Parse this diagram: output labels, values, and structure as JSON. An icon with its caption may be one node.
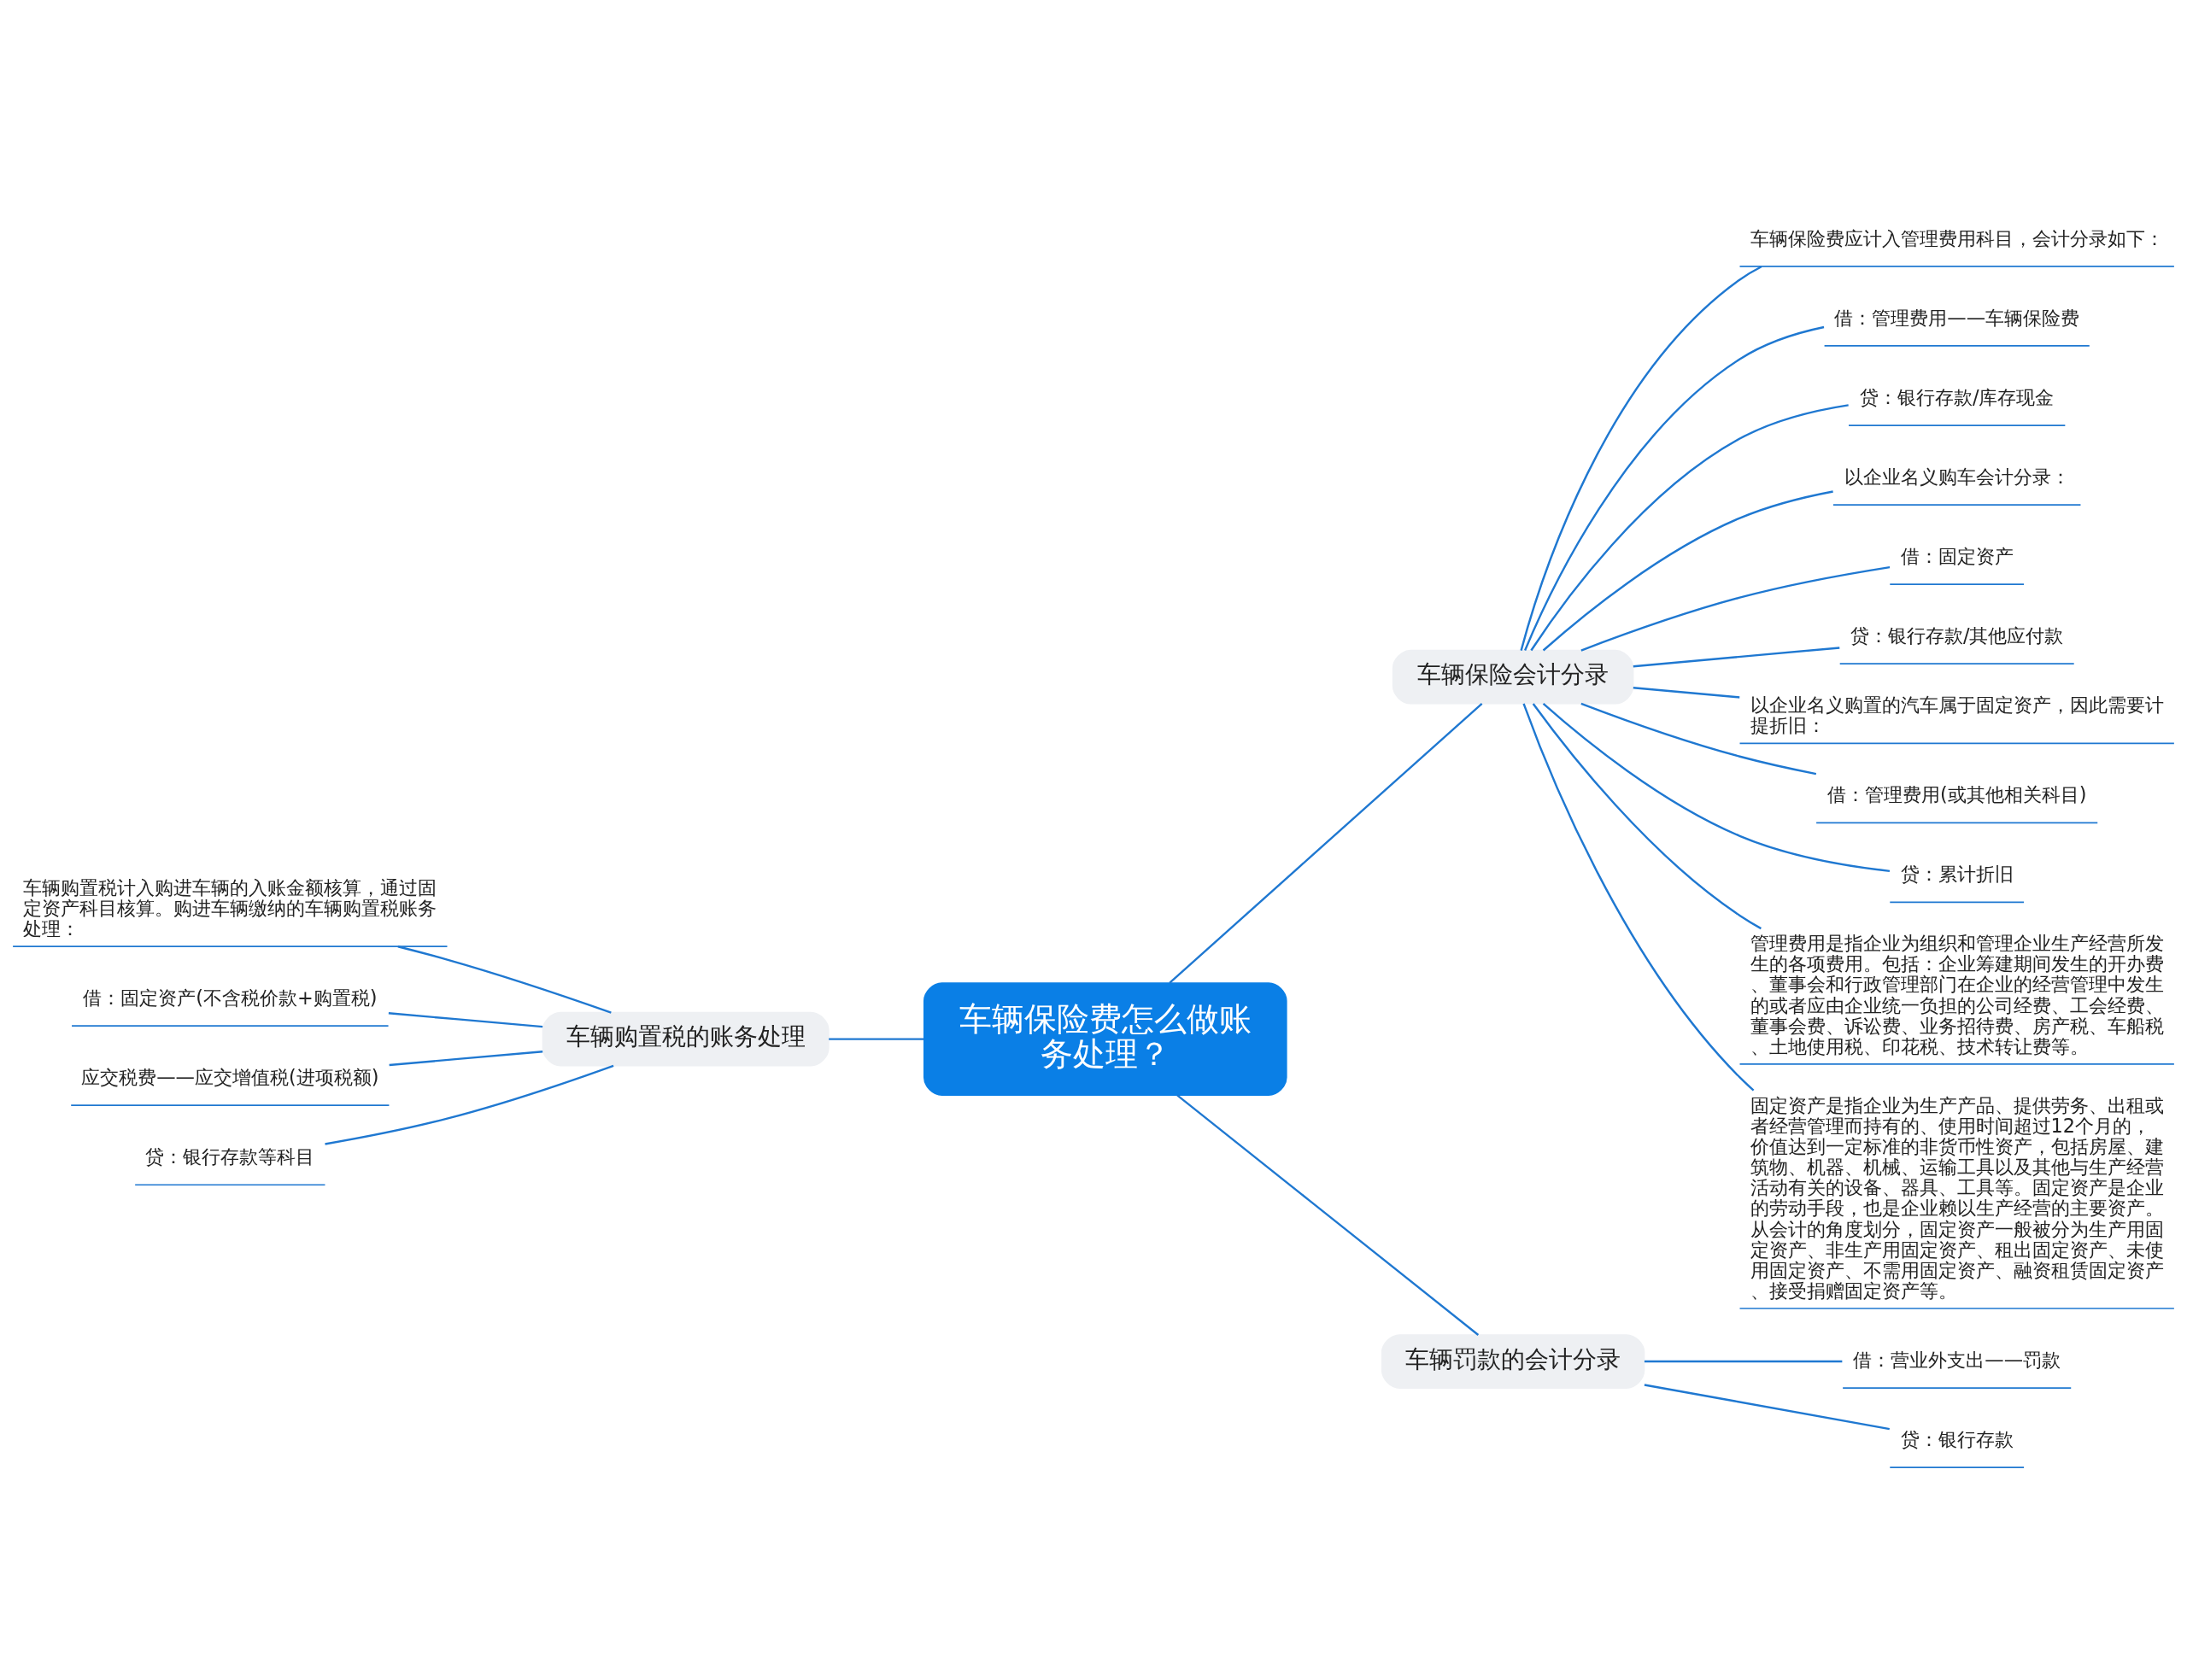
{
  "diagram": {
    "nodes": [
      {
        "text": [
          "车辆保险费怎么做账务处理？"
        ]
      },
      {
        "text": [
          "车辆保险会计分录"
        ]
      },
      {
        "text": [
          "车辆保险费应计入管理费用科目，会计分录如下："
        ]
      },
      {
        "text": [
          "借：管理费用——车辆保险费"
        ]
      },
      {
        "text": [
          "贷：银行存款/库存现金"
        ]
      },
      {
        "text": [
          "以企业名义购车会计分录："
        ]
      },
      {
        "text": [
          "借：固定资产"
        ]
      },
      {
        "text": [
          "贷：银行存款/其他应付款"
        ]
      },
      {
        "text": [
          "以企业名义购置的汽车属于固定资产，因此需要计提折旧："
        ]
      },
      {
        "text": [
          "借：管理费用(或其他相关科目)"
        ]
      },
      {
        "text": [
          "贷：累计折旧"
        ]
      },
      {
        "text": [
          "管理费用是指企业为组织和管理企业生产经营所发生的各项费用。包括：企业筹建期间发生的开办费、董事会和行政管理部门在企业的经营管理中发生的或者应由企业统一负担的公司经费、工会经费、董事会费、诉讼费、业务招待费、房产税、车船税、土地使用税、印花税、技术转让费等。"
        ]
      },
      {
        "text": [
          "固定资产是指企业为生产产品、提供劳务、出租或者经营管理而持有的、使用时间超过12个月的，价值达到一定标准的非货币性资产，包括房屋、建筑物、机器、机械、运输工具以及其他与生产经营活动有关的设备、器具、工具等。固定资产是企业的劳动手段，也是企业赖以生产经营的主要资产。从会计的角度划分，固定资产一般被分为生产用固定资产、非生产用固定资产、租出固定资产、未使用固定资产、不需用固定资产、融资租赁固定资产、接受捐赠固定资产等。"
        ]
      },
      {
        "text": [
          "车辆罚款的会计分录"
        ]
      },
      {
        "text": [
          "借：营业外支出——罚款"
        ]
      },
      {
        "text": [
          "贷：银行存款"
        ]
      },
      {
        "text": [
          "车辆购置税的账务处理"
        ]
      },
      {
        "text": [
          "车辆购置税计入购进车辆的入账金额核算，通过固定资产科目核算。购进车辆缴纳的车辆购置税账务处理："
        ]
      },
      {
        "text": [
          "借：固定资产(不含税价款+购置税)"
        ]
      },
      {
        "text": [
          "应交税费——应交增值税(进项税额)"
        ]
      },
      {
        "text": [
          "贷：银行存款等科目"
        ]
      }
    ],
    "edges": [
      {
        "from": 0,
        "to": 1,
        "arrow": "none"
      },
      {
        "from": 1,
        "to": 2,
        "arrow": "none"
      },
      {
        "from": 1,
        "to": 3,
        "arrow": "none"
      },
      {
        "from": 1,
        "to": 4,
        "arrow": "none"
      },
      {
        "from": 1,
        "to": 5,
        "arrow": "none"
      },
      {
        "from": 1,
        "to": 6,
        "arrow": "none"
      },
      {
        "from": 1,
        "to": 7,
        "arrow": "none"
      },
      {
        "from": 1,
        "to": 8,
        "arrow": "none"
      },
      {
        "from": 1,
        "to": 9,
        "arrow": "none"
      },
      {
        "from": 1,
        "to": 10,
        "arrow": "none"
      },
      {
        "from": 1,
        "to": 11,
        "arrow": "none"
      },
      {
        "from": 1,
        "to": 12,
        "arrow": "none"
      },
      {
        "from": 0,
        "to": 13,
        "arrow": "none"
      },
      {
        "from": 13,
        "to": 14,
        "arrow": "none"
      },
      {
        "from": 13,
        "to": 15,
        "arrow": "none"
      },
      {
        "from": 0,
        "to": 16,
        "arrow": "none"
      },
      {
        "from": 16,
        "to": 17,
        "arrow": "none"
      },
      {
        "from": 16,
        "to": 18,
        "arrow": "none"
      },
      {
        "from": 16,
        "to": 19,
        "arrow": "none"
      },
      {
        "from": 16,
        "to": 20,
        "arrow": "none"
      }
    ]
  }
}
